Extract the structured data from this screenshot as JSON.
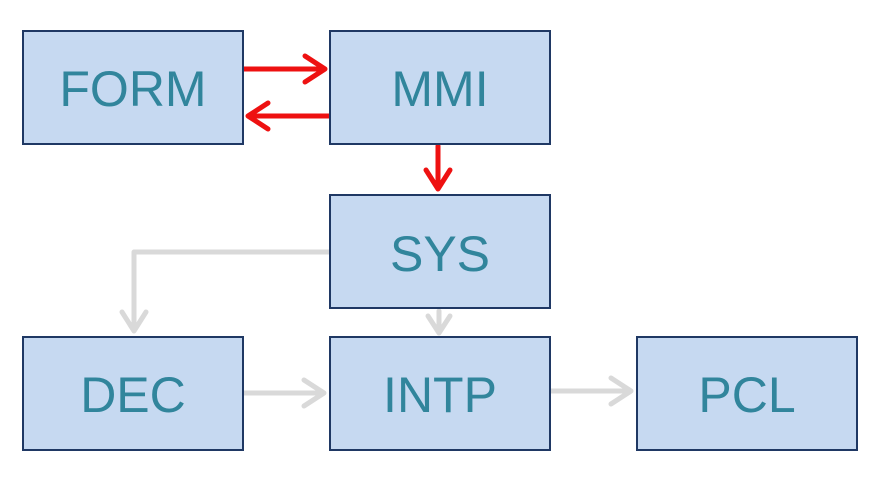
{
  "colors": {
    "box_fill": "#c6d9f1",
    "box_stroke": "#1f3864",
    "label_text": "#31859c",
    "active_arrow": "#ee1111",
    "inactive_arrow": "#d9d9d9",
    "background": "#ffffff"
  },
  "nodes": {
    "form": {
      "label": "FORM"
    },
    "mmi": {
      "label": "MMI"
    },
    "sys": {
      "label": "SYS"
    },
    "dec": {
      "label": "DEC"
    },
    "intp": {
      "label": "INTP"
    },
    "pcl": {
      "label": "PCL"
    }
  },
  "edges": [
    {
      "from": "FORM",
      "to": "MMI",
      "state": "active"
    },
    {
      "from": "MMI",
      "to": "FORM",
      "state": "active"
    },
    {
      "from": "MMI",
      "to": "SYS",
      "state": "active"
    },
    {
      "from": "SYS",
      "to": "DEC",
      "state": "inactive"
    },
    {
      "from": "SYS",
      "to": "INTP",
      "state": "inactive"
    },
    {
      "from": "DEC",
      "to": "INTP",
      "state": "inactive"
    },
    {
      "from": "INTP",
      "to": "PCL",
      "state": "inactive"
    }
  ]
}
